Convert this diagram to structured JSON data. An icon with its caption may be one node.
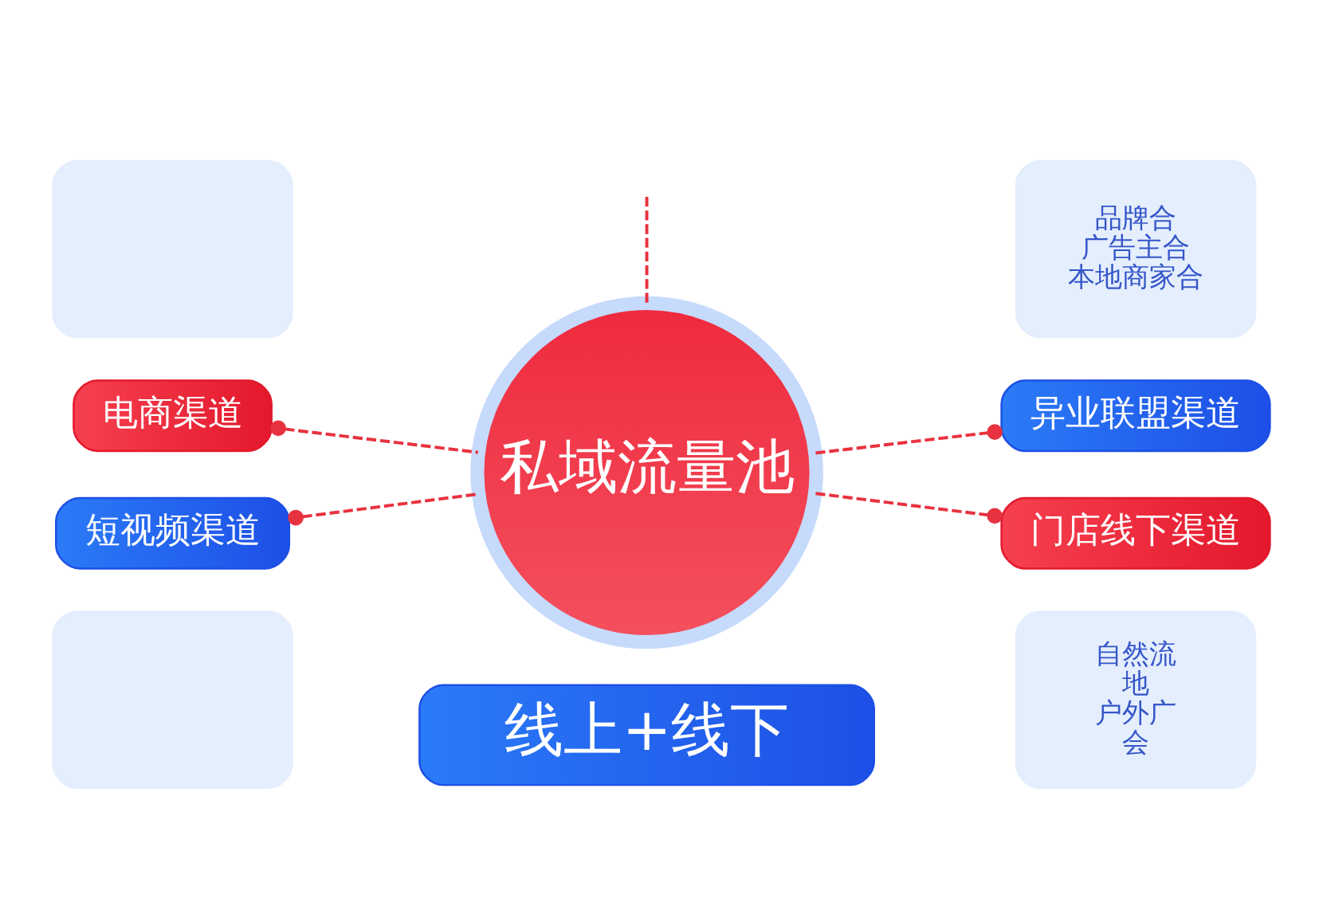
{
  "diagram": {
    "nodes": [
      {
        "text": [],
        "shape": "box"
      },
      {
        "text": [
          "品牌合",
          "广告主合",
          "本地商家合"
        ]
      },
      {
        "text": [
          "电商渠道"
        ]
      },
      {
        "text": [
          "私域流量池"
        ]
      },
      {
        "text": [
          "异业联盟渠道"
        ]
      },
      {
        "text": [
          "短视频渠道"
        ]
      },
      {
        "text": [
          "门店线下渠道"
        ]
      },
      {
        "text": [],
        "shape": "box"
      },
      {
        "text": [
          "自然流",
          "地",
          "户外广",
          "会"
        ]
      },
      {
        "text": [
          "线上+线下"
        ]
      }
    ],
    "edges": [
      {
        "from": 3,
        "to": null,
        "arrow": "none",
        "style": "dashed"
      },
      {
        "from": 2,
        "to": 3,
        "arrow": "other",
        "style": "dashed"
      },
      {
        "from": 3,
        "to": 4,
        "arrow": "other",
        "style": "dashed"
      },
      {
        "from": 5,
        "to": 3,
        "arrow": "other",
        "style": "dashed"
      },
      {
        "from": 3,
        "to": 6,
        "arrow": "other",
        "style": "dashed"
      }
    ]
  }
}
